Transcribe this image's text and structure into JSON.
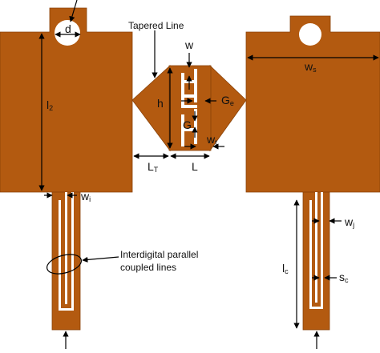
{
  "colors": {
    "copper": "#B35A10",
    "copper_edge": "#8A4208",
    "background": "#FFFFFF",
    "ink": "#000000"
  },
  "labels": {
    "tapered_line": "Tapered Line",
    "interdigital": "Interdigital parallel",
    "interdigital_2": "coupled lines",
    "d": "d",
    "w": "w",
    "ws_main": "w",
    "ws_sub": "s",
    "l2_main": "l",
    "l2_sub": "2",
    "h": "h",
    "ge_main": "G",
    "ge_sub": "e",
    "g": "G",
    "wt_main": "w",
    "wt_sub": "t",
    "lt_main": "L",
    "lt_sub": "T",
    "l": "L",
    "wi_main": "w",
    "wi_sub": "i",
    "wj_main": "w",
    "wj_sub": "j",
    "lc_main": "l",
    "lc_sub": "c",
    "sc_main": "s",
    "sc_sub": "c"
  }
}
